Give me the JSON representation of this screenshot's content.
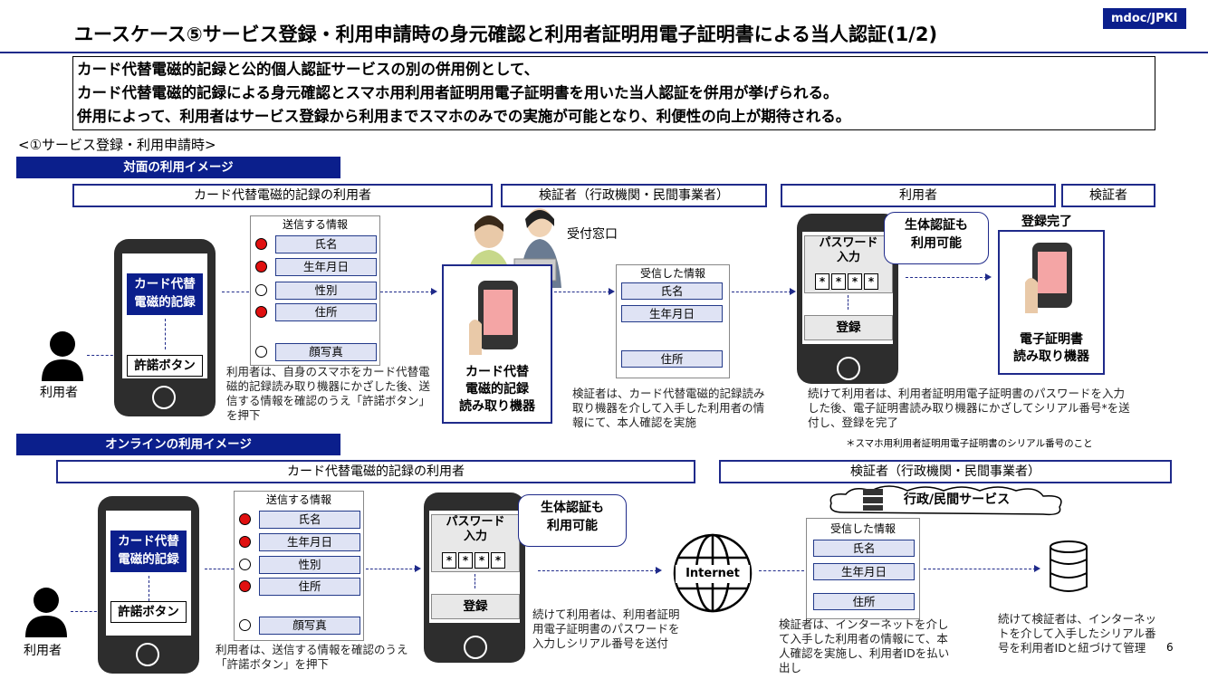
{
  "title": "ユースケース⑤サービス登録・利用申請時の身元確認と利用者証明用電子証明書による当人認証(1/2)",
  "tag": "mdoc/JPKI",
  "summary": [
    "カード代替電磁的記録と公的個人認証サービスの別の併用例として、",
    "カード代替電磁的記録による身元確認とスマホ用利用者証明用電子証明書を用いた当人認証を併用が挙げられる。",
    "併用によって、利用者はサービス登録から利用までスマホのみでの実施が可能となり、利便性の向上が期待される。"
  ],
  "section_label": "<①サービス登録・利用申請時>",
  "face": {
    "bar": "対面の利用イメージ",
    "role_user": "カード代替電磁的記録の利用者",
    "role_verifier": "検証者（行政機関・民間事業者）",
    "role_user2": "利用者",
    "role_verifier2": "検証者",
    "person_label": "利用者",
    "phone_screen": "カード代替\n電磁的記録",
    "consent_button": "許諾ボタン",
    "send_title": "送信する情報",
    "send_fields": [
      "氏名",
      "生年月日",
      "性別",
      "住所",
      "顔写真"
    ],
    "desc_user": "利用者は、自身のスマホをカード代替電磁的記録読み取り機器にかざした後、送信する情報を確認のうえ「許諾ボタン」を押下",
    "counter_label": "受付窓口",
    "reader_label": "カード代替\n電磁的記録\n読み取り機器",
    "recv_title": "受信した情報",
    "recv_fields": [
      "氏名",
      "生年月日",
      "住所"
    ],
    "desc_verifier": "検証者は、カード代替電磁的記録読み取り機器を介して入手した利用者の情報にて、本人確認を実施",
    "bio_bubble": "生体認証も\n利用可能",
    "password_label": "パスワード\n入力",
    "stars": [
      "*",
      "*",
      "*",
      "*"
    ],
    "register_button": "登録",
    "complete_label": "登録完了",
    "cert_reader_label": "電子証明書\n読み取り機器",
    "desc_user2": "続けて利用者は、利用者証明用電子証明書のパスワードを入力した後、電子証明書読み取り機器にかざしてシリアル番号*を送付し、登録を完了",
    "footnote": "＊スマホ用利用者証明用電子証明書のシリアル番号のこと"
  },
  "online": {
    "bar": "オンラインの利用イメージ",
    "role_user": "カード代替電磁的記録の利用者",
    "role_verifier": "検証者（行政機関・民間事業者）",
    "person_label": "利用者",
    "phone_screen": "カード代替\n電磁的記録",
    "consent_button": "許諾ボタン",
    "send_title": "送信する情報",
    "send_fields": [
      "氏名",
      "生年月日",
      "性別",
      "住所",
      "顔写真"
    ],
    "desc_user": "利用者は、送信する情報を確認のうえ「許諾ボタン」を押下",
    "bio_bubble": "生体認証も\n利用可能",
    "password_label": "パスワード\n入力",
    "stars": [
      "*",
      "*",
      "*",
      "*"
    ],
    "register_button": "登録",
    "desc_user2": "続けて利用者は、利用者証明用電子証明書のパスワードを入力しシリアル番号を送付",
    "internet_label": "Internet",
    "service_label": "行政/民間サービス",
    "recv_title": "受信した情報",
    "recv_fields": [
      "氏名",
      "生年月日",
      "住所"
    ],
    "desc_verifier": "検証者は、インターネットを介して入手した利用者の情報にて、本人確認を実施し、利用者IDを払い出し",
    "desc_verifier2": "続けて検証者は、インターネットを介して入手したシリアル番号を利用者IDと紐づけて管理"
  },
  "page_number": "6",
  "colors": {
    "accent": "#0b1f8c",
    "field": "#dfe3f4",
    "required": "#e01010"
  }
}
